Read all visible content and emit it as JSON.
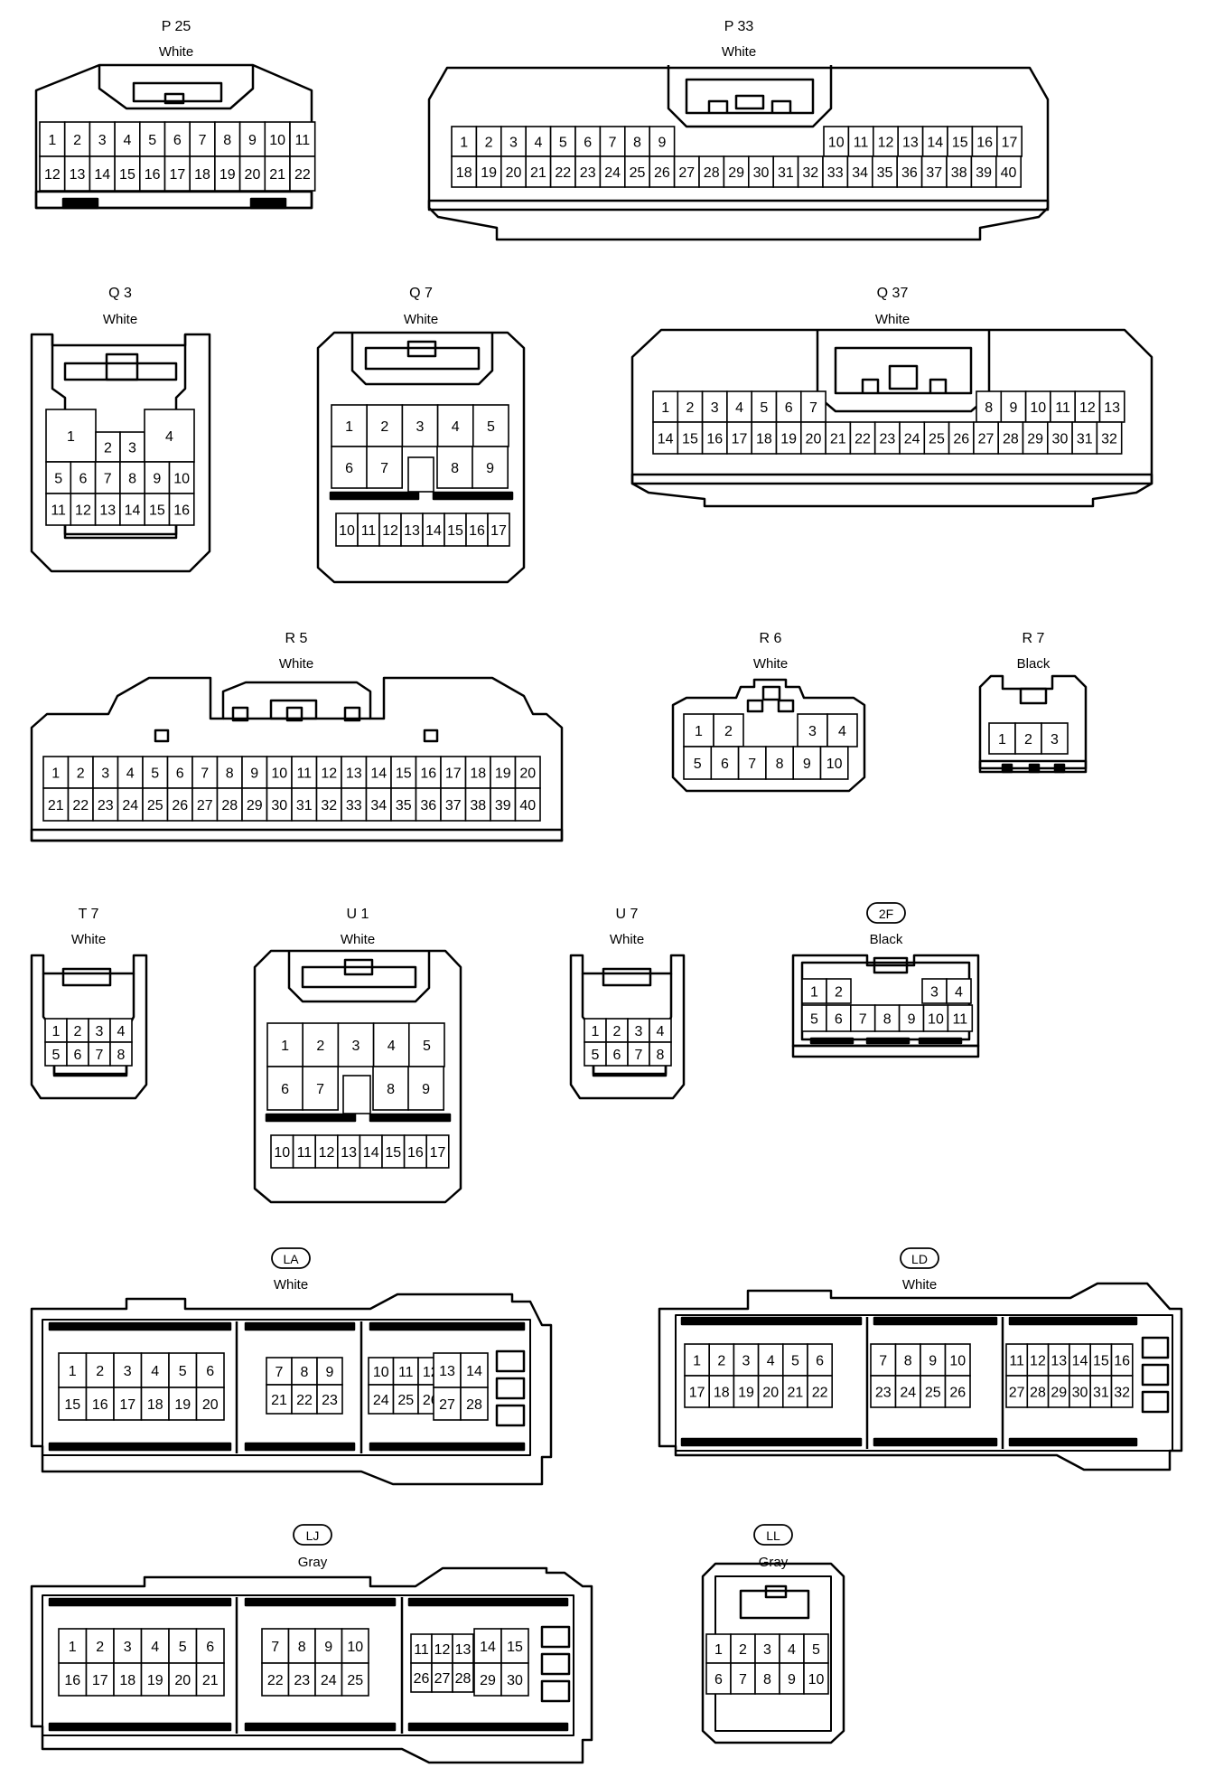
{
  "connectors": [
    {
      "id": "P25",
      "code": "P 25",
      "color": "White",
      "badge": false
    },
    {
      "id": "P33",
      "code": "P 33",
      "color": "White",
      "badge": false
    },
    {
      "id": "Q3",
      "code": "Q 3",
      "color": "White",
      "badge": false
    },
    {
      "id": "Q7",
      "code": "Q 7",
      "color": "White",
      "badge": false
    },
    {
      "id": "Q37",
      "code": "Q 37",
      "color": "White",
      "badge": false
    },
    {
      "id": "R5",
      "code": "R 5",
      "color": "White",
      "badge": false
    },
    {
      "id": "R6",
      "code": "R 6",
      "color": "White",
      "badge": false
    },
    {
      "id": "R7",
      "code": "R 7",
      "color": "Black",
      "badge": false
    },
    {
      "id": "T7",
      "code": "T 7",
      "color": "White",
      "badge": false
    },
    {
      "id": "U1",
      "code": "U 1",
      "color": "White",
      "badge": false
    },
    {
      "id": "U7",
      "code": "U 7",
      "color": "White",
      "badge": false
    },
    {
      "id": "2F",
      "code": "2F",
      "color": "Black",
      "badge": true
    },
    {
      "id": "LA",
      "code": "LA",
      "color": "White",
      "badge": true
    },
    {
      "id": "LD",
      "code": "LD",
      "color": "White",
      "badge": true
    },
    {
      "id": "LJ",
      "code": "LJ",
      "color": "Gray",
      "badge": true
    },
    {
      "id": "LL",
      "code": "LL",
      "color": "Gray",
      "badge": true
    }
  ]
}
